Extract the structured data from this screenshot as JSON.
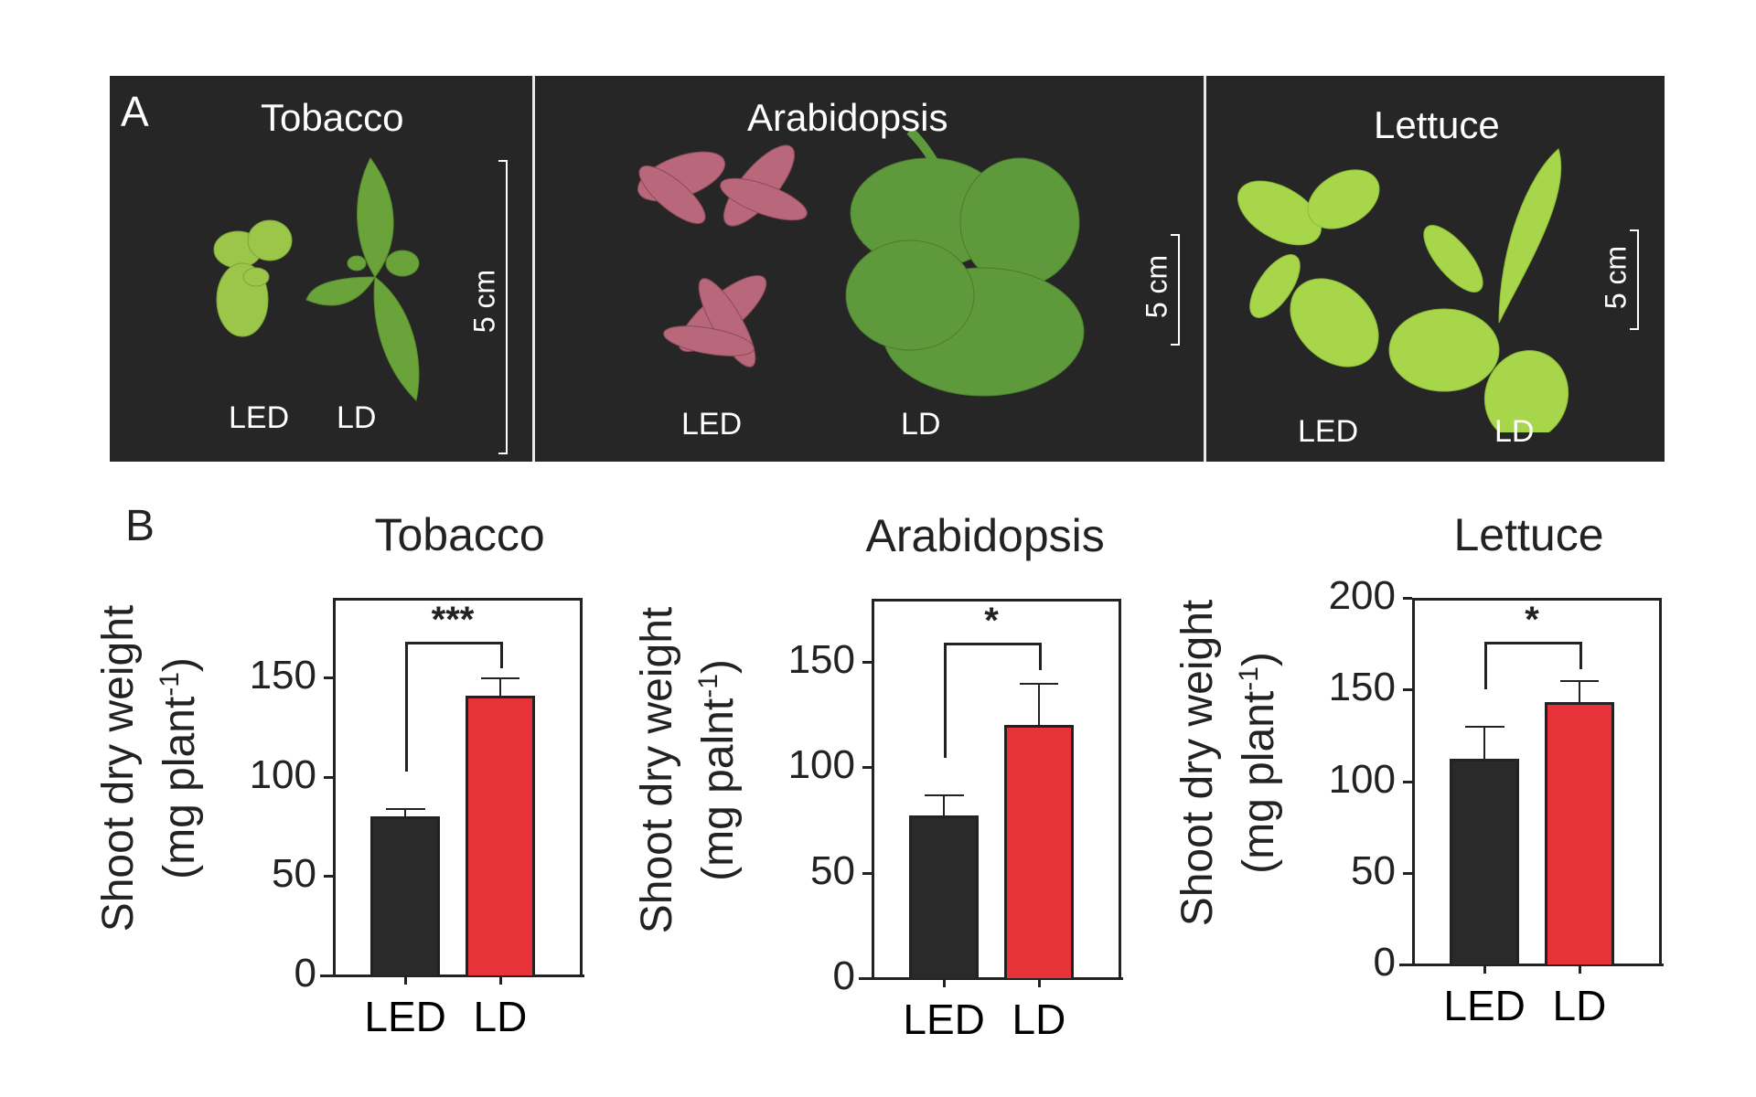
{
  "panelA": {
    "letter": "A",
    "panels": [
      {
        "title": "Tobacco",
        "labels": [
          "LED",
          "LD"
        ],
        "scale": "5 cm"
      },
      {
        "title": "Arabidopsis",
        "labels": [
          "LED",
          "LD"
        ],
        "scale": "5 cm"
      },
      {
        "title": "Lettuce",
        "labels": [
          "LED",
          "LD"
        ],
        "scale": "5 cm"
      }
    ]
  },
  "panelB": {
    "letter": "B"
  },
  "colors": {
    "LED": "#2a2a2a",
    "LD": "#e8323a",
    "photo_bg": "#262626"
  },
  "chart_data": [
    {
      "type": "bar",
      "title": "Tobacco",
      "categories": [
        "LED",
        "LD"
      ],
      "values": [
        80,
        141
      ],
      "error": [
        4,
        9
      ],
      "significance": "***",
      "ylabel_line1": "Shoot dry weight",
      "ylabel_line2": "(mg plant-1)",
      "yticks": [
        0,
        50,
        100,
        150
      ],
      "ylim": [
        0,
        190
      ],
      "colors": [
        "#2a2a2a",
        "#e8323a"
      ]
    },
    {
      "type": "bar",
      "title": "Arabidopsis",
      "categories": [
        "LED",
        "LD"
      ],
      "values": [
        77,
        120
      ],
      "error": [
        10,
        20
      ],
      "significance": "*",
      "ylabel_line1": "Shoot dry weight",
      "ylabel_line2": "(mg palnt-1)",
      "yticks": [
        0,
        50,
        100,
        150
      ],
      "ylim": [
        0,
        180
      ],
      "colors": [
        "#2a2a2a",
        "#e8323a"
      ]
    },
    {
      "type": "bar",
      "title": "Lettuce",
      "categories": [
        "LED",
        "LD"
      ],
      "values": [
        112,
        143
      ],
      "error": [
        18,
        12
      ],
      "significance": "*",
      "ylabel_line1": "Shoot dry weight",
      "ylabel_line2": "(mg plant-1)",
      "yticks": [
        0,
        50,
        100,
        150,
        200
      ],
      "ylim": [
        0,
        200
      ],
      "colors": [
        "#2a2a2a",
        "#e8323a"
      ]
    }
  ]
}
